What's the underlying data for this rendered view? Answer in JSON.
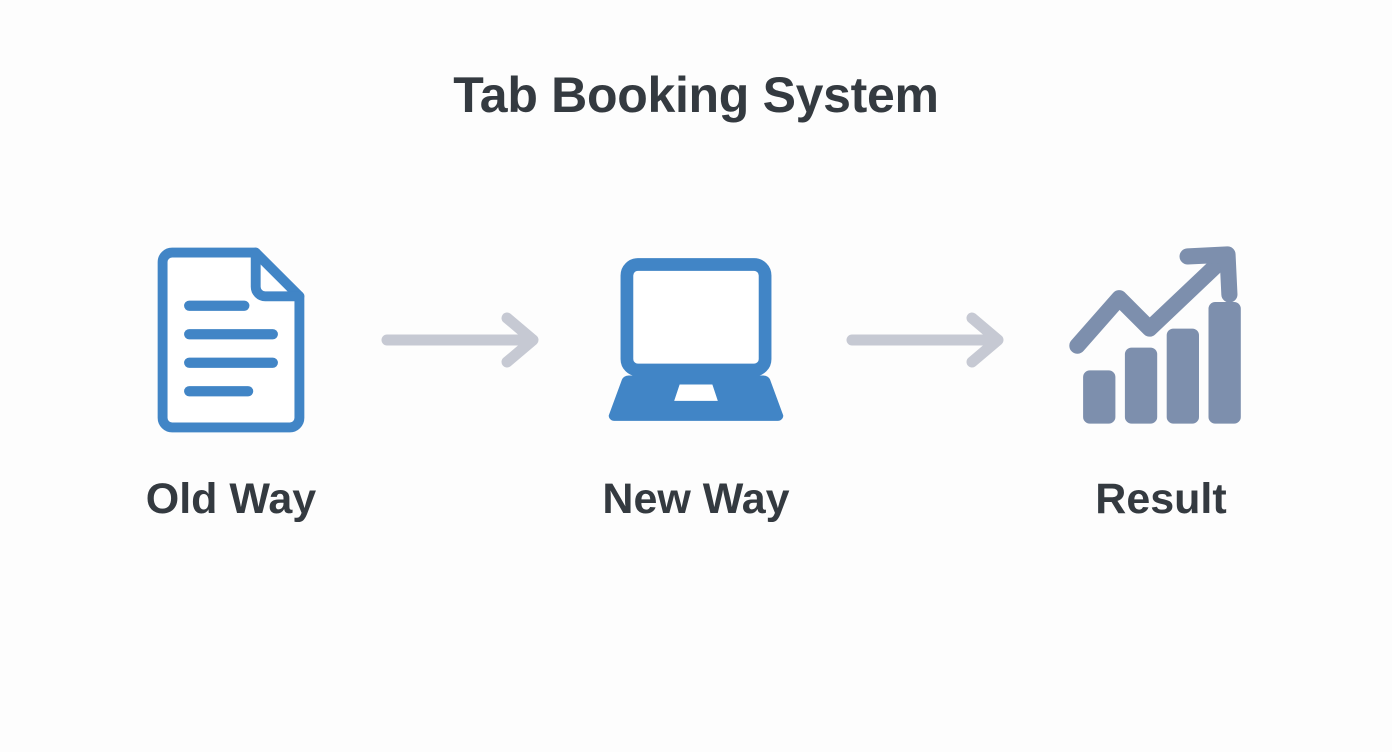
{
  "page": {
    "title": "Tab Booking System",
    "background_color": "#fdfdfd",
    "title_color": "#343a40"
  },
  "colors": {
    "primary_blue": "#4185c6",
    "result_slate": "#7d8fad",
    "arrow_gray": "#c6c9d3",
    "icon_fill_white": "#ffffff"
  },
  "flow": {
    "steps": [
      {
        "label": "Old Way",
        "icon": "document-icon",
        "icon_color": "#4185c6",
        "document_lines": 4
      },
      {
        "label": "New Way",
        "icon": "laptop-icon",
        "icon_color": "#4185c6"
      },
      {
        "label": "Result",
        "icon": "growth-chart-icon",
        "icon_color": "#7d8fad",
        "bars": 4
      }
    ],
    "connectors": [
      {
        "icon": "arrow-right-icon",
        "color": "#c6c9d3"
      },
      {
        "icon": "arrow-right-icon",
        "color": "#c6c9d3"
      }
    ]
  }
}
